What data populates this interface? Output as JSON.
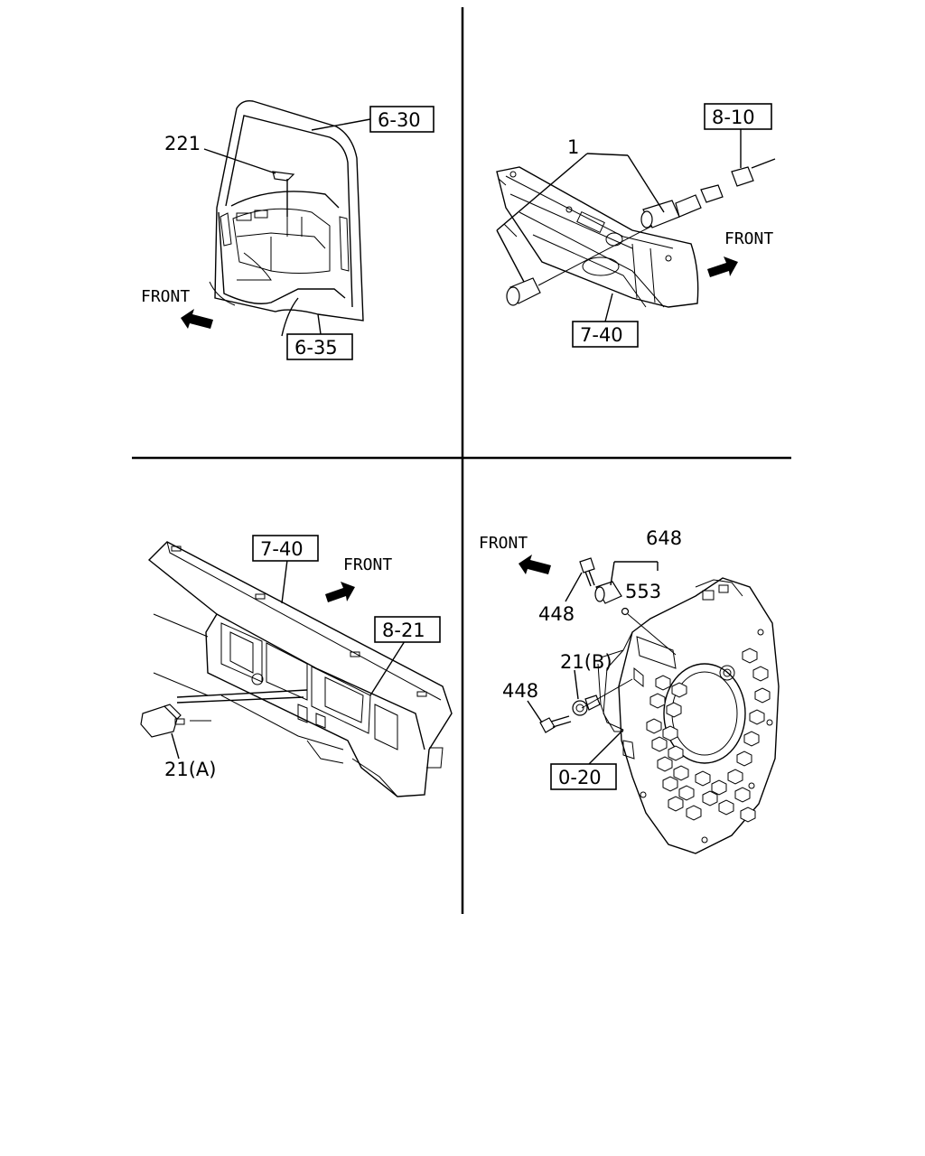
{
  "front_text": "FRONT",
  "quadrant_tl": {
    "callout_main": "221",
    "ref_top": "6-30",
    "ref_bottom": "6-35"
  },
  "quadrant_tr": {
    "callout_main": "1",
    "ref_top": "8-10",
    "ref_bottom": "7-40"
  },
  "quadrant_bl": {
    "ref_top": "7-40",
    "ref_right": "8-21",
    "callout_switch": "21(A)"
  },
  "quadrant_br": {
    "callout_assembly": "648",
    "callout_oring": "553",
    "callout_bolt_top": "448",
    "callout_sensor": "21(B)",
    "callout_bolt_left": "448",
    "ref_bottom": "0-20"
  }
}
